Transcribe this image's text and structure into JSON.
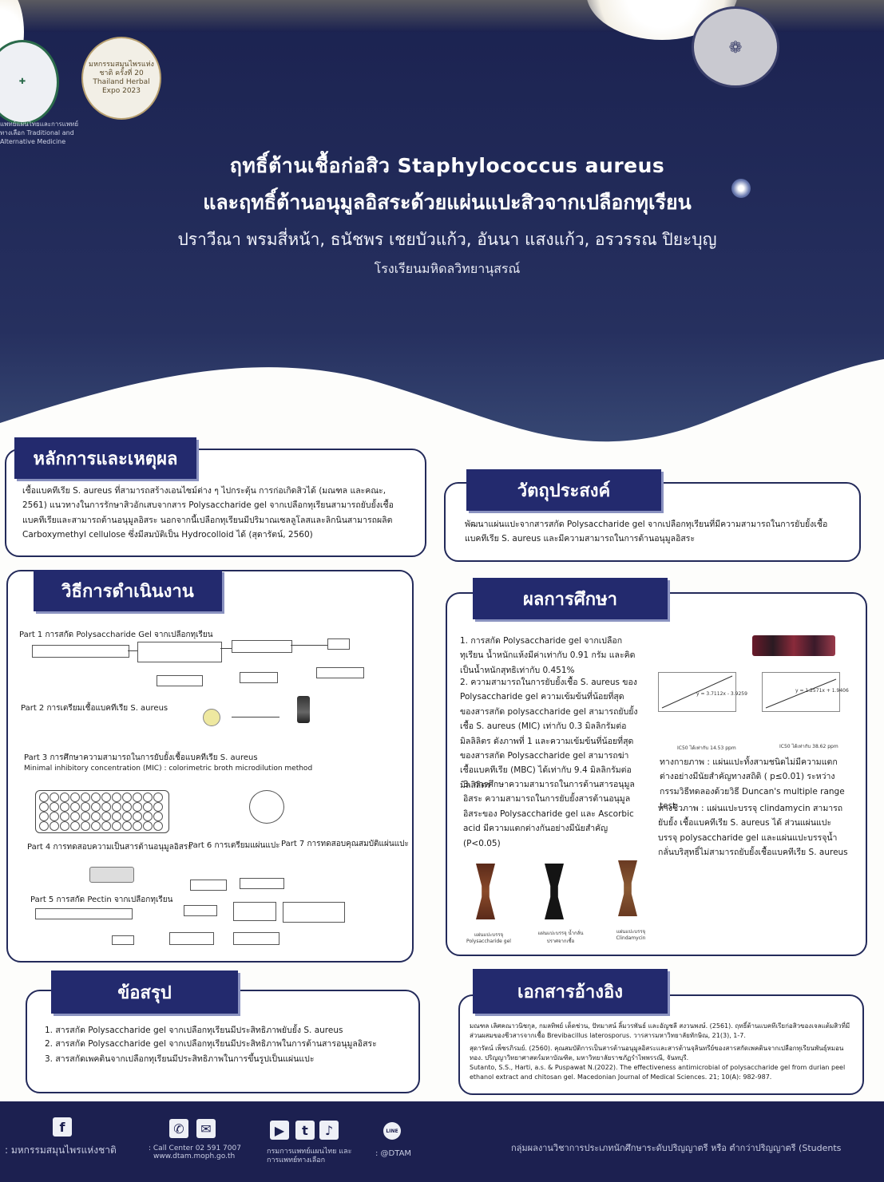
{
  "header": {
    "title_line1": "ฤทธิ์ต้านเชื้อก่อสิว Staphylococcus aureus",
    "title_line2": "และฤทธิ์ต้านอนุมูลอิสระด้วยแผ่นแปะสิวจากเปลือกทุเรียน",
    "authors": "ปราวีณา พรมสี่หน้า, ธนัชพร เชยบัวแก้ว, อันนา แสงแก้ว, อรวรรณ ปิยะบุญ",
    "school": "โรงเรียนมหิดลวิทยานุสรณ์",
    "logo_left_caption": "แพทย์แผนไทยและการแพทย์ทางเลือก Traditional and Alternative Medicine",
    "logo_center_text": "มหกรรมสมุนไพรแห่งชาติ ครั้งที่ 20 Thailand Herbal Expo 2023"
  },
  "rationale": {
    "heading": "หลักการและเหตุผล",
    "text": "เชื้อแบคทีเรีย S. aureus ที่สามารถสร้างเอนไซม์ต่าง ๆ ไปกระตุ้น การก่อเกิดสิวได้ (มณฑล และคณะ, 2561) แนวทางในการรักษาสิวอักเสบจากสาร Polysaccharide gel จากเปลือกทุเรียนสามารถยับยั้งเชื้อแบคทีเรียและสามารถต้านอนุมูลอิสระ นอกจากนี้เปลือกทุเรียนมีปริมาณเซลลูโลสและลิกนินสามารถผลิต Carboxymethyl cellulose ซึ่งมีสมบัติเป็น Hydrocolloid ได้ (สุดารัตน์, 2560)"
  },
  "objective": {
    "heading": "วัตถุประสงค์",
    "text": "พัฒนาแผ่นแปะจากสารสกัด Polysaccharide gel จากเปลือกทุเรียนที่มีความสามารถในการยับยั้งเชื้อแบคทีเรีย S. aureus และมีความสามารถในการต้านอนุมูลอิสระ"
  },
  "methods": {
    "heading": "วิธีการดำเนินงาน",
    "part1": "Part 1 การสกัด Polysaccharide Gel จากเปลือกทุเรียน",
    "part2": "Part 2 การเตรียมเชื้อแบคทีเรีย S. aureus",
    "part3": "Part 3 การศึกษาความสามารถในการยับยั้งเชื้อแบคทีเรีย S. aureus",
    "part3_sub": "Minimal inhibitory concentration (MIC) : colorimetric broth microdilution method",
    "part4": "Part 4 การทดสอบความเป็นสารต้านอนุมูลอิสระ",
    "part6": "Part 6 การเตรียมแผ่นแปะ",
    "part7": "Part 7 การทดสอบคุณสมบัติแผ่นแปะ",
    "part5": "Part 5 การสกัด Pectin จากเปลือกทุเรียน"
  },
  "results": {
    "heading": "ผลการศึกษา",
    "text1": "1. การสกัด Polysaccharide gel จากเปลือกทุเรียน น้ำหนักแห้งมีค่าเท่ากับ 0.91 กรัม และคิดเป็นน้ำหนักสุทธิเท่ากับ 0.451%",
    "text2": "2. ความสามารถในการยับยั้งเชื้อ S. aureus ของ Polysaccharide gel ความเข้มข้นที่น้อยที่สุดของสารสกัด polysaccharide gel สามารถยับยั้งเชื้อ S. aureus (MIC) เท่ากับ 0.3 มิลลิกรัมต่อมิลลิลิตร ดังภาพที่ 1 และความเข้มข้นที่น้อยที่สุดของสารสกัด Polysaccharide gel สามารถฆ่าเชื้อแบคทีเรีย (MBC) ได้เท่ากับ 9.4 มิลลิกรัมต่อมิลลิลิตร",
    "text3": "3. การศึกษาความสามารถในการต้านสารอนุมูลอิสระ ความสามารถในการยับยั้งสารต้านอนุมูลอิสระของ Polysaccharide gel และ Ascorbic acid มีความแตกต่างกันอย่างมีนัยสำคัญ (P<0.05)",
    "physical": "ทางกายภาพ : แผ่นแปะทั้งสามชนิดไม่มีความแตกต่างอย่างมีนัยสำคัญทางสถิติ ( p≤0.01) ระหว่างกรรมวิธีทดลองด้วยวิธี Duncan's multiple range test",
    "biological": "ทางชีวภาพ : แผ่นแปะบรรจุ clindamycin สามารถยับยั้ง เชื้อแบคทีเรีย S. aureus ได้ ส่วนแผ่นแปะบรรจุ polysaccharide gel และแผ่นแปะบรรจุน้ำกลั่นบริสุทธิ์ไม่สามารถยับยั้งเชื้อแบคทีเรีย S. aureus",
    "ic50_left": "IC50 ได้เท่ากับ 14.53 ppm",
    "ic50_right": "IC50 ได้เท่ากับ 38.62 ppm",
    "eq_left": "y = 3.7112x - 3.9259",
    "eq_right": "y = 1.2571x + 1.9406",
    "patch1": "แผ่นแปะบรรจุ Polysaccharide gel",
    "patch2": "แผ่นแปะบรรจุ น้ำกลั่นปราศจากเชื้อ",
    "patch3": "แผ่นแปะบรรจุ Clindamycin"
  },
  "conclusion": {
    "heading": "ข้อสรุป",
    "item1": "1. สารสกัด Polysaccharide gel จากเปลือกทุเรียนมีประสิทธิภาพยับยั้ง S. aureus",
    "item2": "2. สารสกัด Polysaccharide gel จากเปลือกทุเรียนมีประสิทธิภาพในการต้านสารอนุมูลอิสระ",
    "item3": "3. สารสกัดเพคตินจากเปลือกทุเรียนมีประสิทธิภาพในการขึ้นรูปเป็นแผ่นแปะ"
  },
  "references": {
    "heading": "เอกสารอ้างอิง",
    "ref1": "มณฑล เลิศคณาวนิชกุล, กมลทิพย์ เด็ดช่วน, ปัทมาสน์ ลิ้มวรพันธ์ และอัญชลี สงวนพงษ์. (2561). ฤทธิ์ต้านแบคทีเรียก่อสิวของเจลแต้มสิวที่มีส่วนผสมของชีวสารจากเชื้อ Brevibacillus laterosporus. วารสารมหาวิทยาลัยทักษิณ, 21(3), 1-7.",
    "ref2": "สุดารัตน์ เพ็ชรภิรมย์. (2560). คุณสมบัติการเป็นสารต้านอนุมูลอิสระและสารต้านจุลินทรีย์ของสารสกัดเพคตินจากเปลือกทุเรียนพันธุ์หมอนทอง. ปริญญาวิทยาศาสตร์มหาบัณฑิต, มหาวิทยาลัยราชภัฏรำไพพรรณี, จันทบุรี.",
    "ref3": "Sutanto, S.S., Harti, a.s. & Puspawat N.(2022). The effectiveness antimicrobial of polysaccharide gel from durian peel ethanol extract and chitosan gel. Macedonian Journal of Medical Sciences. 21; 10(A): 982-987."
  },
  "footer": {
    "fb_label": ": มหกรรมสมุนไพรแห่งชาติ",
    "call_label": ": Call Center 02 591 7007",
    "web_label": "www.dtam.moph.go.th",
    "dept_label": "กรมการแพทย์แผนไทย และการแพทย์ทางเลือก",
    "line_label": ": @DTAM",
    "line_icon": "LINE",
    "group_label": "กลุ่มผลงานวิชาการประเภทนักศึกษาระดับปริญญาตรี หรือ ต่ำกว่าปริญญาตรี (Students"
  },
  "colors": {
    "navy": "#232a6e",
    "header_bg": "#1b2250",
    "footer_bg": "#1c2050"
  }
}
